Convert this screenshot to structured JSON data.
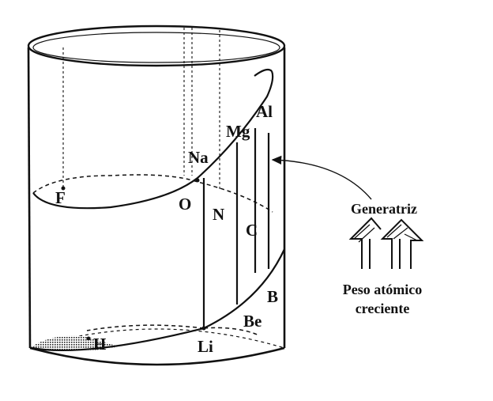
{
  "elements": {
    "H": "H",
    "Li": "Li",
    "Be": "Be",
    "B": "B",
    "C": "C",
    "N": "N",
    "O": "O",
    "F": "F",
    "Na": "Na",
    "Mg": "Mg",
    "Al": "Al"
  },
  "annotations": {
    "generatriz": "Generatriz",
    "peso_line1": "Peso atómico",
    "peso_line2": "creciente"
  }
}
